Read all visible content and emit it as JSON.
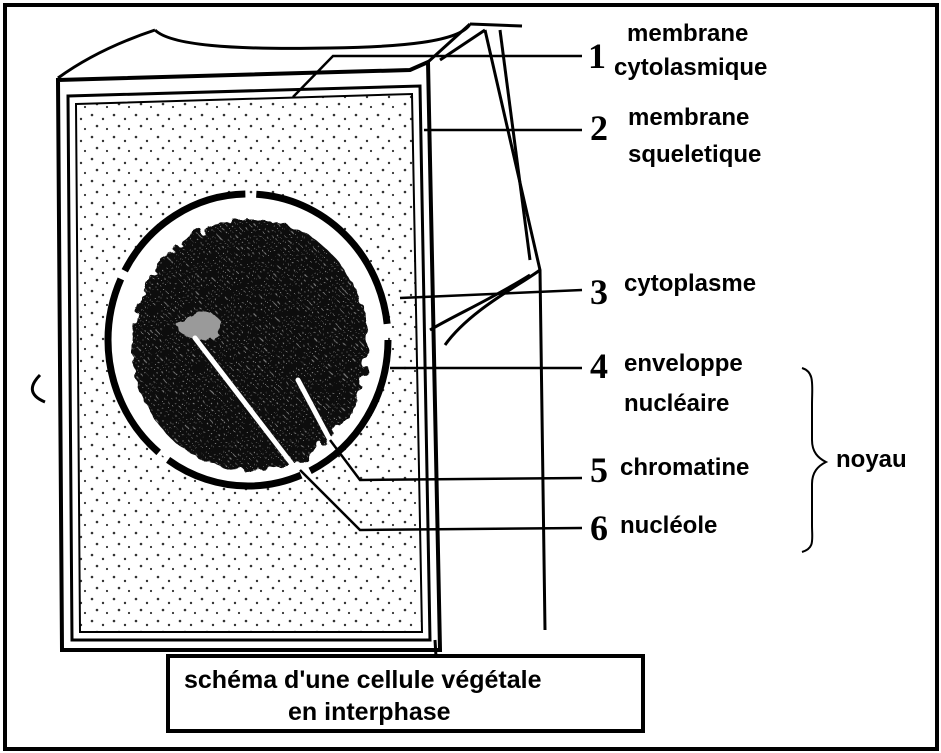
{
  "labels": [
    {
      "number": "1",
      "line1": "membrane",
      "line2": "cytolasmique"
    },
    {
      "number": "2",
      "line1": "membrane",
      "line2": "squeletique"
    },
    {
      "number": "3",
      "line1": "cytoplasme",
      "line2": ""
    },
    {
      "number": "4",
      "line1": "enveloppe",
      "line2": "nucléaire"
    },
    {
      "number": "5",
      "line1": "chromatine",
      "line2": ""
    },
    {
      "number": "6",
      "line1": "nucléole",
      "line2": ""
    }
  ],
  "group_label": "noyau",
  "caption": {
    "line1": "schéma d'une cellule végétale",
    "line2": "en interphase"
  }
}
